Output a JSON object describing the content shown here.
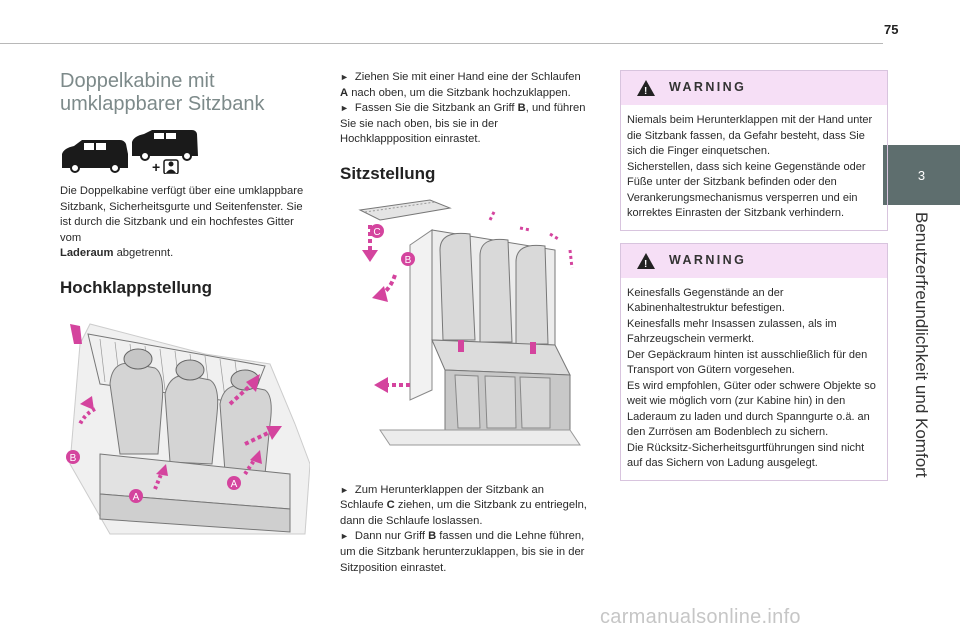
{
  "page": {
    "number": "75"
  },
  "side_tab": {
    "chapter": "3",
    "title": "Benutzerfreundlichkeit und Komfort"
  },
  "left": {
    "title_line1": "Doppelkabine mit",
    "title_line2": "umklappbarer Sitzbank",
    "icon_plus": "+",
    "intro_before": "Die Doppelkabine verfügt über eine umklappbare Sitzbank, Sicherheitsgurte und Seitenfenster. Sie ist durch die Sitzbank und ein hochfestes Gitter vom",
    "intro_bold": "Laderaum",
    "intro_after": " abgetrennt.",
    "heading": "Hochklappstellung",
    "fig_labels": {
      "a1": "A",
      "a2": "A",
      "b": "B"
    }
  },
  "middle": {
    "step1_before": "Ziehen Sie mit einer Hand eine der Schlaufen ",
    "step1_bold": "A",
    "step1_after": " nach oben, um die Sitzbank hochzuklappen.",
    "step2_before": "Fassen Sie die Sitzbank an Griff ",
    "step2_bold": "B",
    "step2_after": ", und führen Sie sie nach oben, bis sie in der Hochklappposition einrastet.",
    "heading": "Sitzstellung",
    "fig_labels": {
      "c": "C",
      "b": "B"
    },
    "step3_before": "Zum Herunterklappen der Sitzbank an Schlaufe ",
    "step3_bold": "C",
    "step3_after": " ziehen, um die Sitzbank zu entriegeln, dann die Schlaufe loslassen.",
    "step4_before": "Dann nur Griff ",
    "step4_bold": "B",
    "step4_after": " fassen und die Lehne führen, um die Sitzbank herunterzuklappen, bis sie in der Sitzposition einrastet."
  },
  "right": {
    "warning1_label": "WARNING",
    "warning1_lines": [
      "Niemals beim Herunterklappen mit der Hand unter die Sitzbank fassen, da Gefahr besteht, dass Sie sich die Finger einquetschen.",
      "Sicherstellen, dass sich keine Gegenstände oder Füße unter der Sitzbank befinden oder den Verankerungsmechanismus versperren und ein korrektes Einrasten der Sitzbank verhindern."
    ],
    "warning2_label": "WARNING",
    "warning2_lines": [
      "Keinesfalls Gegenstände an der Kabinenhaltestruktur befestigen.",
      "Keinesfalls mehr Insassen zulassen, als im Fahrzeugschein vermerkt.",
      "Der Gepäckraum hinten ist ausschließlich für den Transport von Gütern vorgesehen.",
      "Es wird empfohlen, Güter oder schwere Objekte so weit wie möglich vorn (zur Kabine hin) in den Laderaum zu laden und durch Spanngurte o.ä. an den Zurrösen am Bodenblech zu sichern.",
      "Die Rücksitz-Sicherheitsgurtführungen sind nicht auf das Sichern von Ladung ausgelegt."
    ]
  },
  "watermark": "carmanualsonline.info",
  "colors": {
    "accent_pink": "#d4449e",
    "tab_gray": "#5e6e6e",
    "warn_bg": "#f6dff6",
    "title_gray": "#7d8a8a"
  }
}
